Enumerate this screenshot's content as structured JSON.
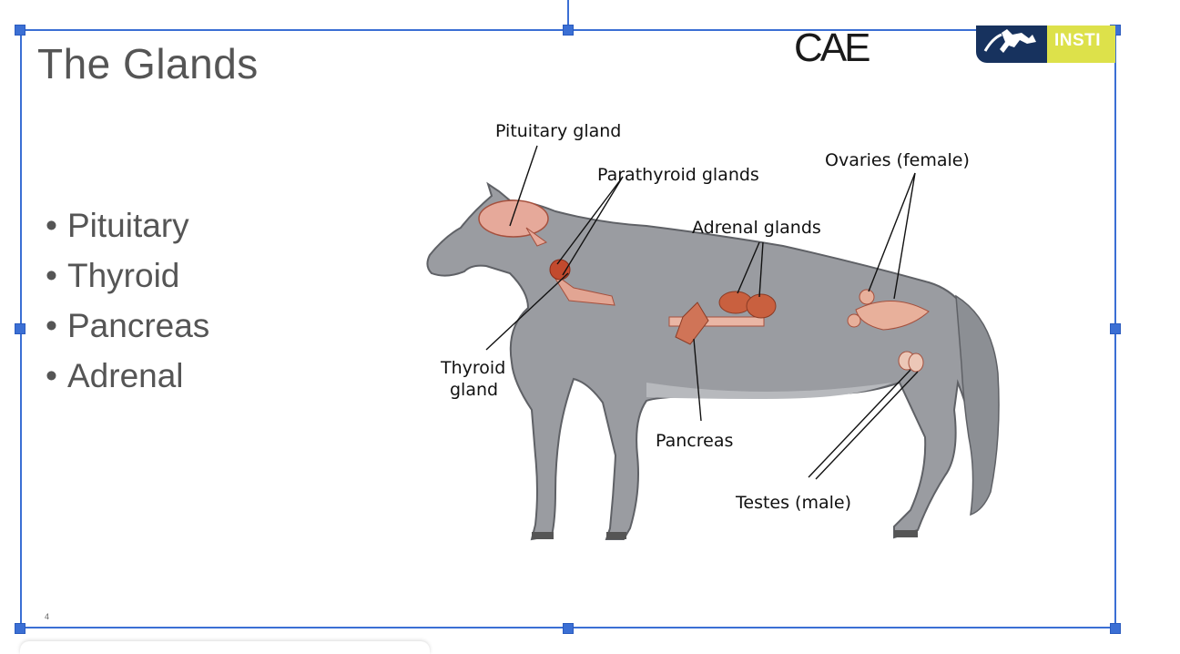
{
  "slide": {
    "title": "The Glands",
    "bullets": [
      "Pituitary",
      "Thyroid",
      "Pancreas",
      "Adrenal"
    ],
    "page_number": "4"
  },
  "logos": {
    "cae_text": "CAE",
    "institute_text": "INSTI"
  },
  "diagram": {
    "labels": {
      "pituitary": "Pituitary gland",
      "parathyroid": "Parathyroid glands",
      "ovaries": "Ovaries (female)",
      "adrenal": "Adrenal glands",
      "thyroid_1": "Thyroid",
      "thyroid_2": "gland",
      "pancreas": "Pancreas",
      "testes": "Testes (male)"
    }
  },
  "colors": {
    "selection": "#3b6fd4",
    "body_gray": "#9a9ca1",
    "gland": "#c7634a",
    "text_gray": "#555555"
  }
}
